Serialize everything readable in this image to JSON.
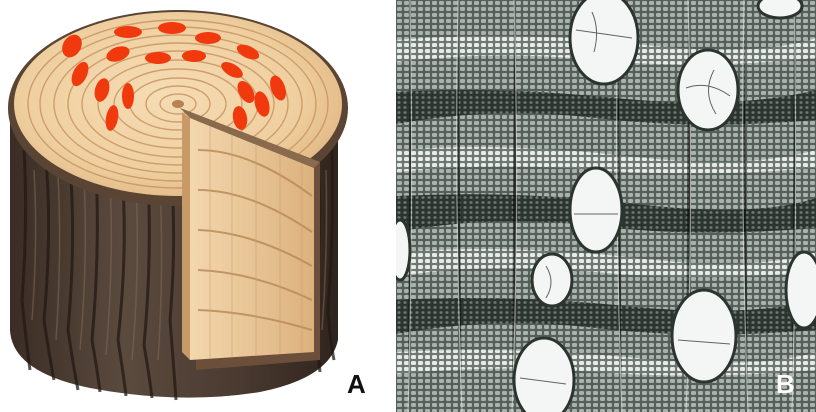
{
  "figure": {
    "panels": [
      {
        "label": "A",
        "subject": "tree-stump-illustration-with-cutaway-wedge"
      },
      {
        "label": "B",
        "subject": "wood-cross-section-micrograph"
      }
    ]
  },
  "colors": {
    "bark": "#4a3a30",
    "bark_dark": "#2a1f18",
    "wood_light": "#f0d3a6",
    "wood_ring": "#c99563",
    "highlight_marks": "#f03a0e",
    "micrograph_cells": "#5b6560",
    "vessel_pores": "#f4f6f5"
  }
}
